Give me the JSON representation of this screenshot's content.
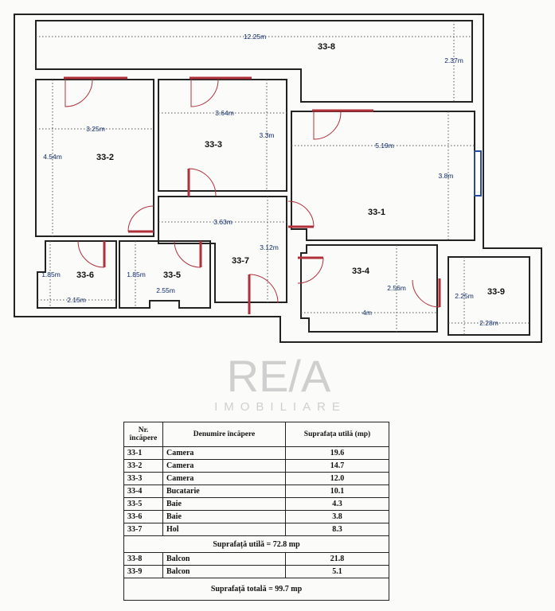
{
  "plan": {
    "rooms": [
      "33-1",
      "33-2",
      "33-3",
      "33-4",
      "33-5",
      "33-6",
      "33-7",
      "33-8",
      "33-9"
    ],
    "dims": {
      "d8w": "12.25m",
      "d8h": "2.37m",
      "d2w": "3.25m",
      "d2h": "4.54m",
      "d3w": "3.64m",
      "d3h": "3.3m",
      "d1w": "5.19m",
      "d1h": "3.8m",
      "d7w": "3.63m",
      "d7h": "3.12m",
      "d6h": "1.85m",
      "d6w": "2.15m",
      "d5h": "1.85m",
      "d5w": "2.55m",
      "d4h": "2.56m",
      "d4w": "4m",
      "d9h": "2.25m",
      "d9w": "2.28m"
    },
    "watermark": {
      "logo": "RE/A",
      "sub": "IMOBILIARE"
    },
    "colors": {
      "door": "#b0303a",
      "window": "#2a4aa0",
      "dim_text": "#0d2a6a"
    }
  },
  "table": {
    "headers": [
      "Nr. încăpere",
      "Denumire încăpere",
      "Suprafața utilă (mp)"
    ],
    "rows": [
      {
        "nr": "33-1",
        "name": "Camera",
        "area": "19.6"
      },
      {
        "nr": "33-2",
        "name": "Camera",
        "area": "14.7"
      },
      {
        "nr": "33-3",
        "name": "Camera",
        "area": "12.0"
      },
      {
        "nr": "33-4",
        "name": "Bucatarie",
        "area": "10.1"
      },
      {
        "nr": "33-5",
        "name": "Baie",
        "area": "4.3"
      },
      {
        "nr": "33-6",
        "name": "Baie",
        "area": "3.8"
      },
      {
        "nr": "33-7",
        "name": "Hol",
        "area": "8.3"
      }
    ],
    "subtotal": "Suprafață utilă = 72.8 mp",
    "balconies": [
      {
        "nr": "33-8",
        "name": "Balcon",
        "area": "21.8"
      },
      {
        "nr": "33-9",
        "name": "Balcon",
        "area": "5.1"
      }
    ],
    "total": "Suprafață totală = 99.7 mp"
  }
}
